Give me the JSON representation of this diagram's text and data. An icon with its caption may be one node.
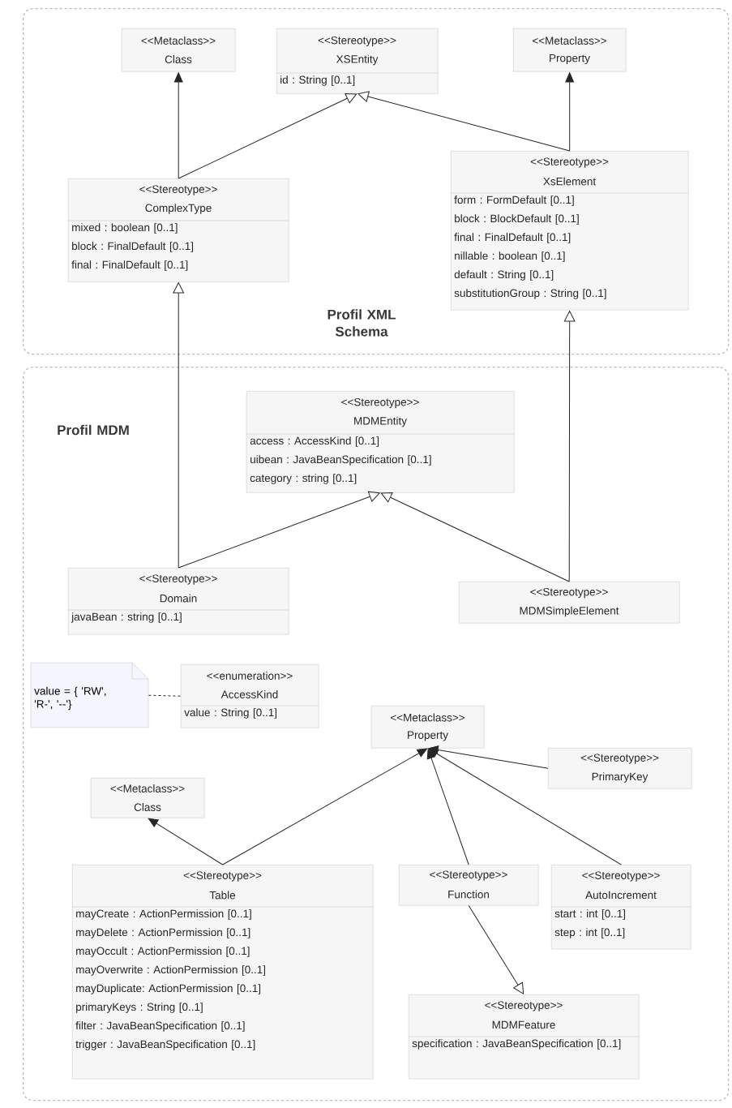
{
  "diagram": {
    "nodes": [
      {
        "text": [
          "Profil XML Schema"
        ]
      },
      {
        "text": [
          "<<Metaclass>>",
          "Class"
        ],
        "in": 0
      },
      {
        "text": [
          "<<Stereotype>>",
          "XSEntity",
          "id : String [0..1]"
        ],
        "in": 0
      },
      {
        "text": [
          "<<Metaclass>>",
          "Property"
        ],
        "in": 0
      },
      {
        "text": [
          "<<Stereotype>>",
          "ComplexType",
          "mixed : boolean [0..1]",
          "block : FinalDefault [0..1]",
          "final : FinalDefault [0..1]"
        ],
        "in": 0
      },
      {
        "text": [
          "<<Stereotype>>",
          "XsElement",
          "form : FormDefault [0..1]",
          "block : BlockDefault [0..1]",
          "final : FinalDefault [0..1]",
          "nillable : boolean [0..1]",
          "default : String [0..1]",
          "substitutionGroup : String [0..1]"
        ],
        "in": 0
      },
      {
        "text": [
          "Profil MDM"
        ]
      },
      {
        "text": [
          "<<Stereotype>>",
          "MDMEntity",
          "access : AccessKind [0..1]",
          "uibean : JavaBeanSpecification [0..1]",
          "category : string [0..1]"
        ],
        "in": 6
      },
      {
        "text": [
          "<<Stereotype>>",
          "Domain",
          "javaBean : string [0..1]"
        ],
        "in": 6
      },
      {
        "text": [
          "<<Stereotype>>",
          "MDMSimpleElement"
        ],
        "in": 6
      },
      {
        "text": [
          "value = { 'RW', 'R-', '--'}"
        ],
        "in": 6
      },
      {
        "text": [
          "<<enumeration>>",
          "AccessKind",
          "value : String [0..1]"
        ],
        "in": 6
      },
      {
        "text": [
          "<<Metaclass>>",
          "Property"
        ],
        "in": 6
      },
      {
        "text": [
          "<<Metaclass>>",
          "Class"
        ],
        "in": 6
      },
      {
        "text": [
          "<<Stereotype>>",
          "PrimaryKey"
        ],
        "in": 6
      },
      {
        "text": [
          "<<Stereotype>>",
          "Table",
          "mayCreate : ActionPermission [0..1]",
          "mayDelete : ActionPermission [0..1]",
          "mayOccult : ActionPermission [0..1]",
          "mayOverwrite : ActionPermission [0..1]",
          "mayDuplicate: ActionPermission [0..1]",
          "primaryKeys : String [0..1]",
          "filter  : JavaBeanSpecification [0..1]",
          "trigger : JavaBeanSpecification [0..1]"
        ],
        "in": 6
      },
      {
        "text": [
          "<<Stereotype>>",
          "Function"
        ],
        "in": 6
      },
      {
        "text": [
          "<<Stereotype>>",
          "AutoIncrement",
          "start : int [0..1]",
          "step : int [0..1]"
        ],
        "in": 6
      },
      {
        "text": [
          "<<Stereotype>>",
          "MDMFeature",
          "specification : JavaBeanSpecification [0..1]"
        ],
        "in": 6
      }
    ],
    "edges": [
      {
        "from": 4,
        "to": 1,
        "arrow": "to"
      },
      {
        "from": 4,
        "to": 2,
        "arrow": "to"
      },
      {
        "from": 5,
        "to": 2,
        "arrow": "to"
      },
      {
        "from": 5,
        "to": 3,
        "arrow": "to"
      },
      {
        "from": 8,
        "to": 4,
        "arrow": "to"
      },
      {
        "from": 9,
        "to": 5,
        "arrow": "to"
      },
      {
        "from": 8,
        "to": 7,
        "arrow": "to"
      },
      {
        "from": 9,
        "to": 7,
        "arrow": "to"
      },
      {
        "from": 10,
        "to": 11,
        "arrow": "none",
        "style": "dashed"
      },
      {
        "from": 15,
        "to": 13,
        "arrow": "to"
      },
      {
        "from": 15,
        "to": 12,
        "arrow": "to"
      },
      {
        "from": 14,
        "to": 12,
        "arrow": "to"
      },
      {
        "from": 16,
        "to": 12,
        "arrow": "to"
      },
      {
        "from": 17,
        "to": 12,
        "arrow": "to"
      },
      {
        "from": 16,
        "to": 18,
        "arrow": "to"
      }
    ]
  }
}
